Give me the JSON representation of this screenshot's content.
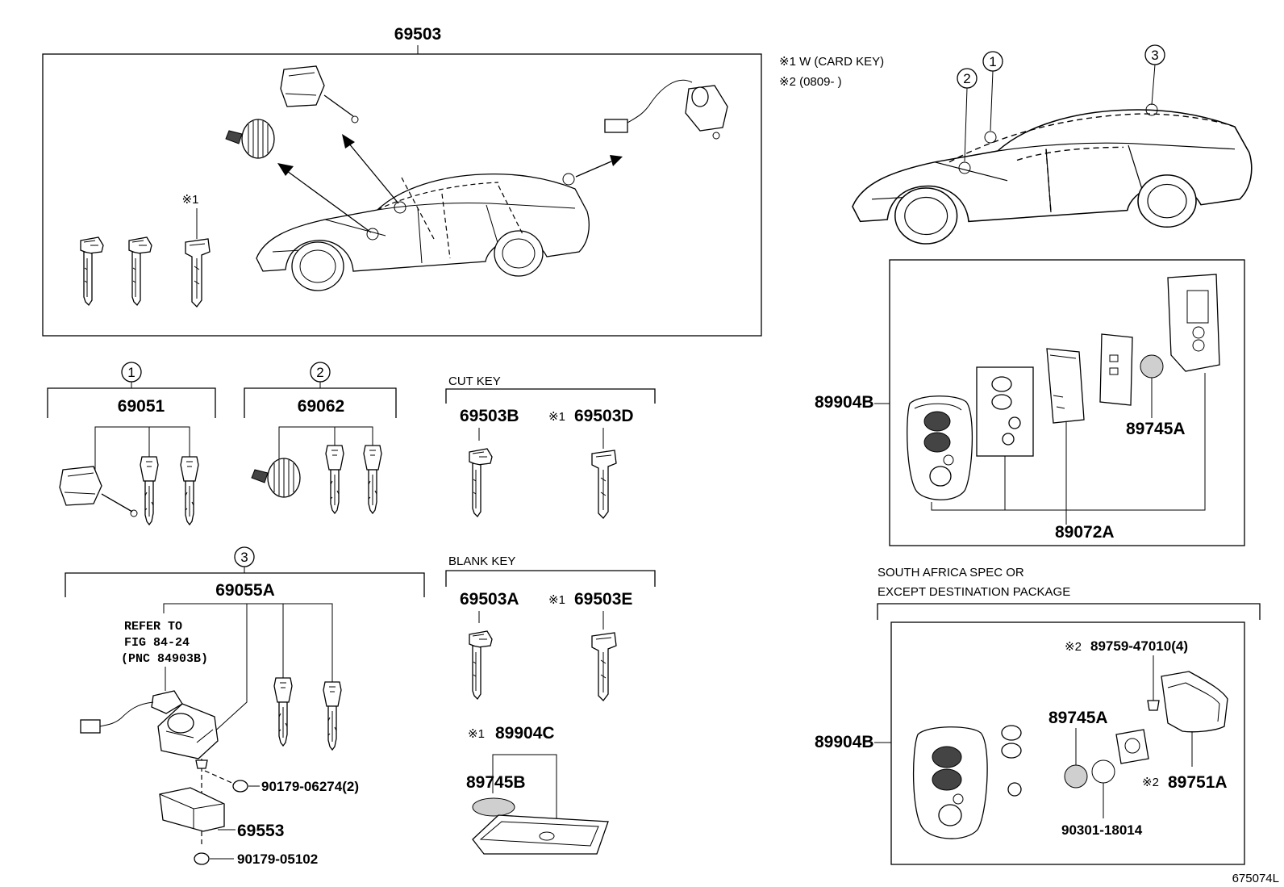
{
  "diagram_code": "675074L",
  "notes": {
    "note1": "※1 W (CARD KEY)",
    "note2": "※2 (0809-          )"
  },
  "callouts": {
    "c1": "1",
    "c2": "2",
    "c3": "3"
  },
  "markers": {
    "x1": "※1",
    "x1b": "※1",
    "x1c": "※1",
    "x1d": "※1",
    "x2a": "※2",
    "x2b": "※2"
  },
  "parts": {
    "p69503": "69503",
    "p69051": "69051",
    "p69062": "69062",
    "p69055A": "69055A",
    "p69503B": "69503B",
    "p69503D": "69503D",
    "p69503A": "69503A",
    "p69503E": "69503E",
    "p89904C": "89904C",
    "p89745B": "89745B",
    "p89904B_top": "89904B",
    "p89904B_bottom": "89904B",
    "p89072A": "89072A",
    "p89745A_top": "89745A",
    "p89745A_bottom": "89745A",
    "p89759": "89759-47010(4)",
    "p89751A": "89751A",
    "p90301": "90301-18014",
    "p90179_06274": "90179-06274(2)",
    "p69553": "69553",
    "p90179_05102": "90179-05102"
  },
  "labels": {
    "cut_key": "CUT KEY",
    "blank_key": "BLANK KEY",
    "refer_line1": "REFER TO",
    "refer_line2": "FIG 84-24",
    "refer_line3": "(PNC 84903B)",
    "south_africa_line1": "SOUTH AFRICA SPEC OR",
    "south_africa_line2": "EXCEPT DESTINATION PACKAGE"
  }
}
